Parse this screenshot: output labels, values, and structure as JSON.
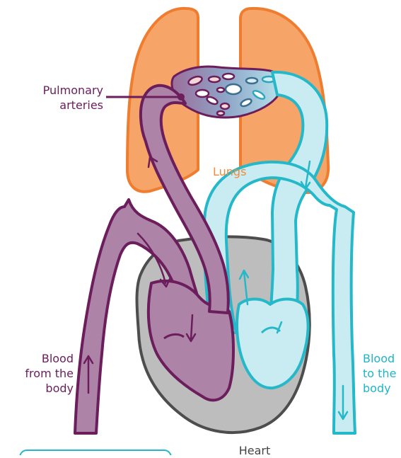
{
  "labels": {
    "pulmonary_line1": "Pulmonary",
    "pulmonary_line2": "arteries",
    "lungs": "Lungs",
    "blood_from_line1": "Blood",
    "blood_from_line2": "from the",
    "blood_from_line3": "body",
    "blood_to_line1": "Blood",
    "blood_to_line2": "to the",
    "blood_to_line3": "body",
    "heart": "Heart"
  },
  "colors": {
    "lung_fill": "#f6a468",
    "lung_stroke": "#ef7d2f",
    "heart_fill": "#bdbdbd",
    "heart_stroke": "#4d4d4d",
    "deoxygenated_fill": "#ad84a8",
    "deoxygenated_stroke": "#6b1d5c",
    "oxygenated_fill": "#c9ecf2",
    "oxygenated_stroke": "#24b8c9"
  }
}
